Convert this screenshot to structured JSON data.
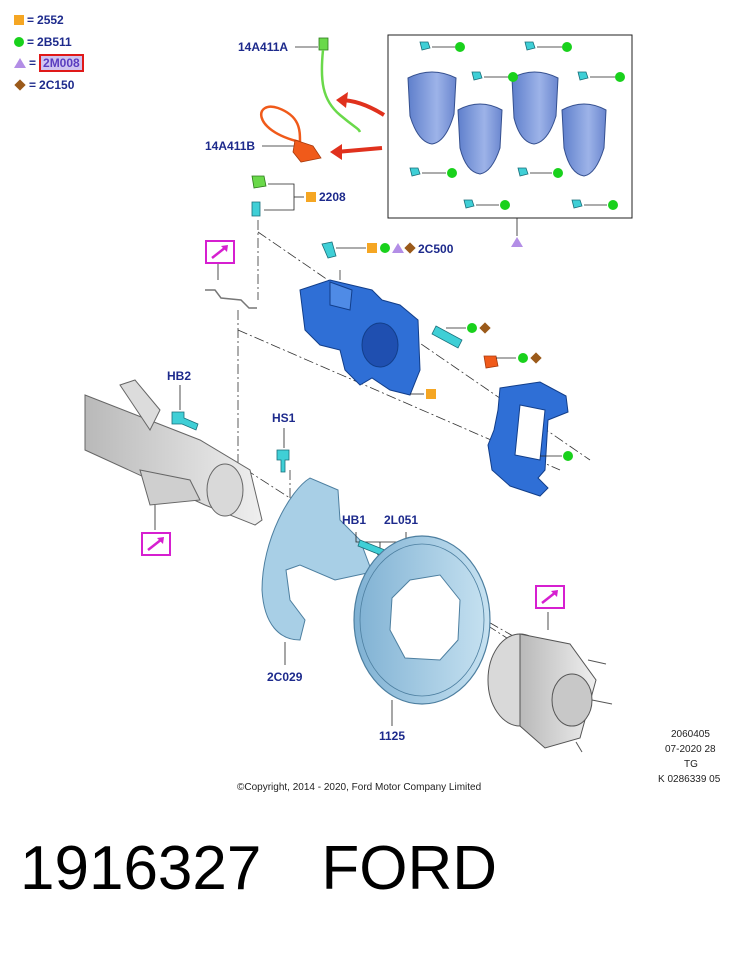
{
  "legend": [
    {
      "symbol": "square",
      "color": "#f5a623",
      "code": "2552"
    },
    {
      "symbol": "circle",
      "color": "#19d11c",
      "code": "2B511"
    },
    {
      "symbol": "triangle",
      "color": "#b38ee6",
      "code": "2M008",
      "highlighted": true
    },
    {
      "symbol": "diamond",
      "color": "#9b5a1a",
      "code": "2C150"
    }
  ],
  "equals_sign": "=",
  "parts": {
    "sensor_a": "14A411A",
    "sensor_b": "14A411B",
    "bleed_screw": "2208",
    "caliper_bolt": "2C500",
    "bolt_hb2": "HB2",
    "bolt_hs1": "HS1",
    "bolt_hb1": "HB1",
    "screw_2l051": "2L051",
    "dust_shield": "2C029",
    "brake_disc": "1125"
  },
  "icons": [
    "torque-wrench-icon",
    "torque-wrench-icon",
    "torque-wrench-icon"
  ],
  "info": {
    "line1": "2060405",
    "line2": "07-2020 28",
    "line3": "TG",
    "line4": "K 0286339 05"
  },
  "copyright": "©Copyright, 2014 - 2020, Ford Motor Company Limited",
  "footer": {
    "part_number": "1916327",
    "brand": "FORD"
  },
  "colors": {
    "label_blue": "#1d2a8c",
    "caliper_blue": "#2f6fd6",
    "pad_blue": "#8fa7e0",
    "disc_blue": "#a8cfe6",
    "fastener_cyan": "#3fcfd6",
    "icon_magenta": "#d61fd0",
    "arrow_red": "#e0311d",
    "sensor_orange": "#f05a1a",
    "sensor_green": "#6ad94a"
  }
}
